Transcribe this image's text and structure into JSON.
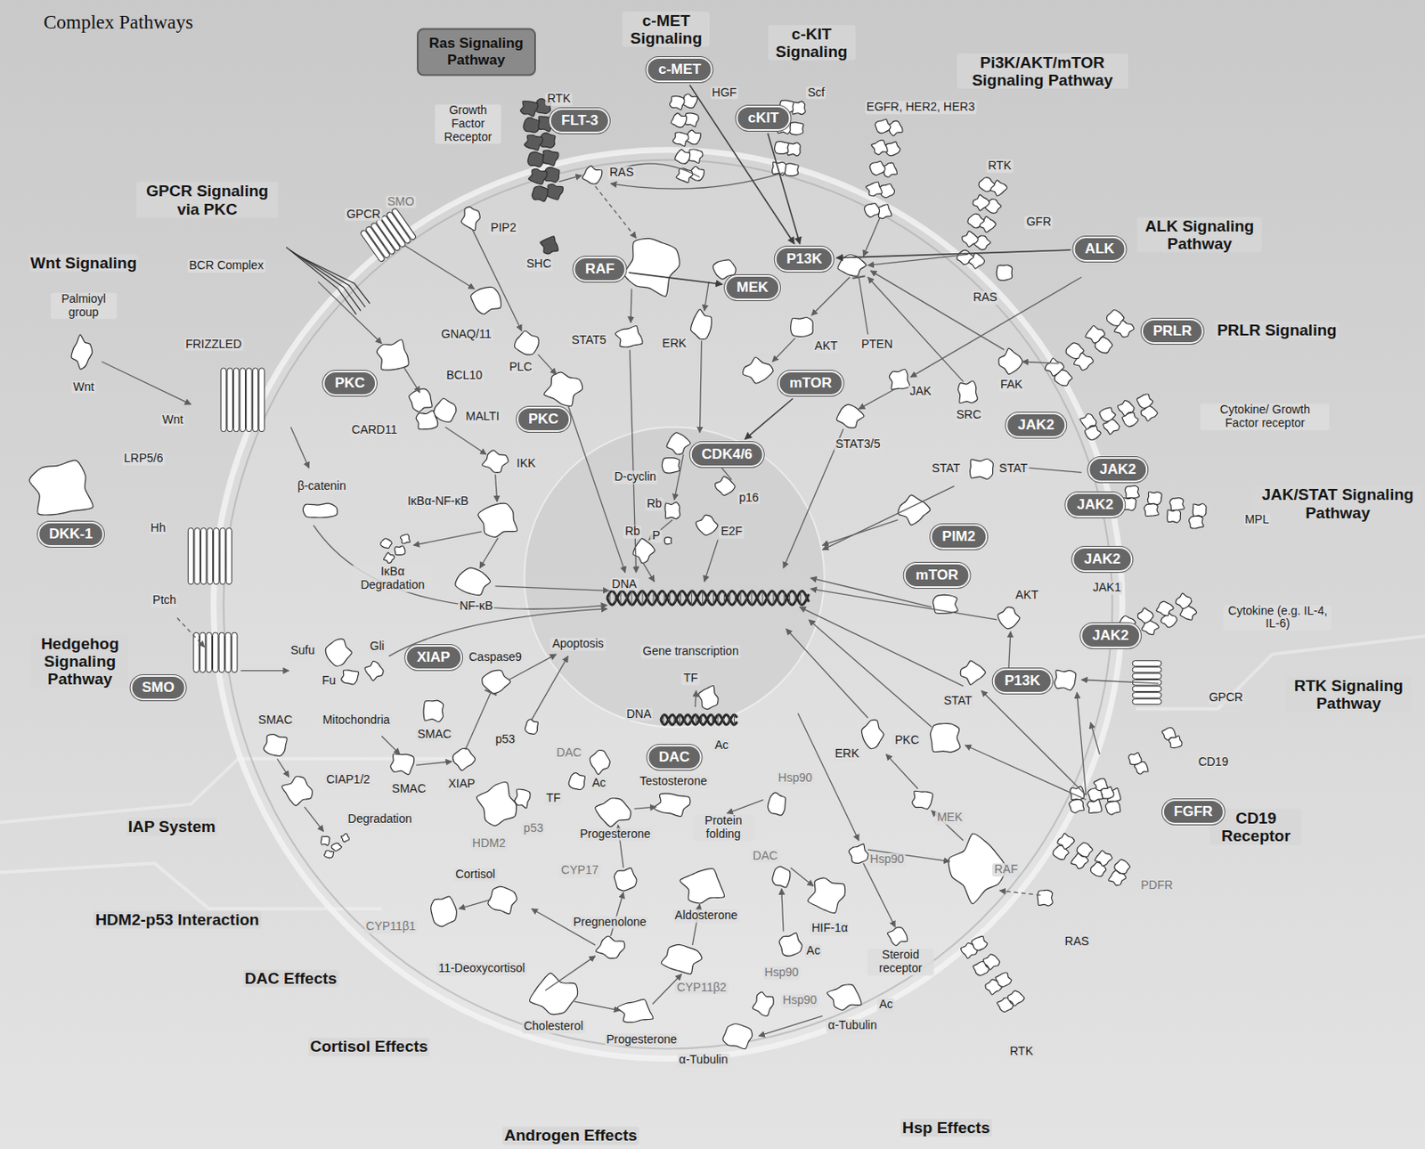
{
  "diagram": {
    "title": "Complex Pathways",
    "nodes": [
      {
        "text": [
          "Ras Signaling Pathway"
        ]
      },
      {
        "text": [
          "FLT-3"
        ]
      },
      {
        "text": [
          "c-MET"
        ]
      },
      {
        "text": [
          "cKIT"
        ]
      },
      {
        "text": [
          "P13K"
        ]
      },
      {
        "text": [
          "RAF"
        ]
      },
      {
        "text": [
          "MEK"
        ]
      },
      {
        "text": [
          "ALK"
        ]
      },
      {
        "text": [
          "PRLR"
        ]
      },
      {
        "text": [
          "mTOR"
        ]
      },
      {
        "text": [
          "PKC"
        ]
      },
      {
        "text": [
          "PKC"
        ]
      },
      {
        "text": [
          "CDK4/6"
        ]
      },
      {
        "text": [
          "JAK2"
        ]
      },
      {
        "text": [
          "JAK2"
        ]
      },
      {
        "text": [
          "JAK2"
        ]
      },
      {
        "text": [
          "JAK2"
        ]
      },
      {
        "text": [
          "JAK2"
        ]
      },
      {
        "text": [
          "DKK-1"
        ]
      },
      {
        "text": [
          "PIM2"
        ]
      },
      {
        "text": [
          "mTOR"
        ]
      },
      {
        "text": [
          "XIAP"
        ]
      },
      {
        "text": [
          "SMO"
        ]
      },
      {
        "text": [
          "P13K"
        ]
      },
      {
        "text": [
          "DAC"
        ]
      },
      {
        "text": [
          "FGFR"
        ]
      }
    ],
    "edges": [
      {
        "from": 5,
        "to": 6,
        "arrow": "to"
      },
      {
        "from": 9,
        "to": 12,
        "arrow": "to"
      },
      {
        "from": 3,
        "to": 4,
        "arrow": "to"
      },
      {
        "from": 2,
        "to": 4,
        "arrow": "to"
      },
      {
        "from": 7,
        "to": 4,
        "arrow": "to"
      }
    ],
    "labels": [
      "c-MET Signaling",
      "c-KIT Signaling",
      "Pi3K/AKT/mTOR Signaling Pathway",
      "GPCR Signaling via PKC",
      "Wnt Signaling",
      "ALK Signaling Pathway",
      "PRLR Signaling",
      "JAK/STAT Signaling Pathway",
      "Hedgehog Signaling Pathway",
      "RTK Signaling Pathway",
      "CD19 Receptor",
      "IAP System",
      "HDM2-p53 Interaction",
      "DAC Effects",
      "Cortisol Effects",
      "Androgen Effects",
      "Hsp Effects",
      "Growth Factor Receptor",
      "RTK",
      "HGF",
      "Scf",
      "EGFR, HER2, HER3",
      "RTK",
      "GFR",
      "RAS",
      "SHC",
      "PIP2",
      "GPCR",
      "SMO",
      "BCR Complex",
      "Palmioyl group",
      "Wnt",
      "FRIZZLED",
      "Wnt",
      "LRP5/6",
      "GNAQ/11",
      "BCL10",
      "PLC",
      "STAT5",
      "ERK",
      "AKT",
      "PTEN",
      "RAS",
      "FAK",
      "SRC",
      "JAK",
      "STAT3/5",
      "CARD11",
      "MALTI",
      "IKK",
      "IκBα-NF-κB",
      "IκBα Degradation",
      "NF-κB",
      "β-catenin",
      "D-cyclin",
      "Rb",
      "p16",
      "Rb",
      "P",
      "E2F",
      "DNA",
      "STAT",
      "STAT",
      "MPL",
      "Cytokine/ Growth Factor receptor",
      "JAK1",
      "AKT",
      "Cytokine (e.g. IL-4, IL-6)",
      "Hh",
      "Ptch",
      "Sufu",
      "Gli",
      "Fu",
      "Caspase9",
      "Apoptosis",
      "Gene transcription",
      "TF",
      "SMAC",
      "Mitochondria",
      "SMAC",
      "p53",
      "DNA",
      "Ac",
      "DAC",
      "Ac",
      "Testosterone",
      "SMAC",
      "XIAP",
      "CIAP1/2",
      "TF",
      "Degradation",
      "HDM2",
      "p53",
      "Progesterone",
      "Protein folding",
      "Hsp90",
      "Hsp90",
      "MEK",
      "ERK",
      "PKC",
      "STAT",
      "GPCR",
      "CD19",
      "PDFR",
      "RAF",
      "RAS",
      "RTK",
      "CYP17",
      "DAC",
      "Cortisol",
      "HIF-1α",
      "Steroid receptor",
      "CYP11β1",
      "Pregnenolone",
      "Aldosterone",
      "11-Deoxycortisol",
      "Ac",
      "Hsp90",
      "Hsp90",
      "Ac",
      "CYP11β2",
      "Cholesterol",
      "Progesterone",
      "α-Tubulin",
      "α-Tubulin"
    ]
  }
}
